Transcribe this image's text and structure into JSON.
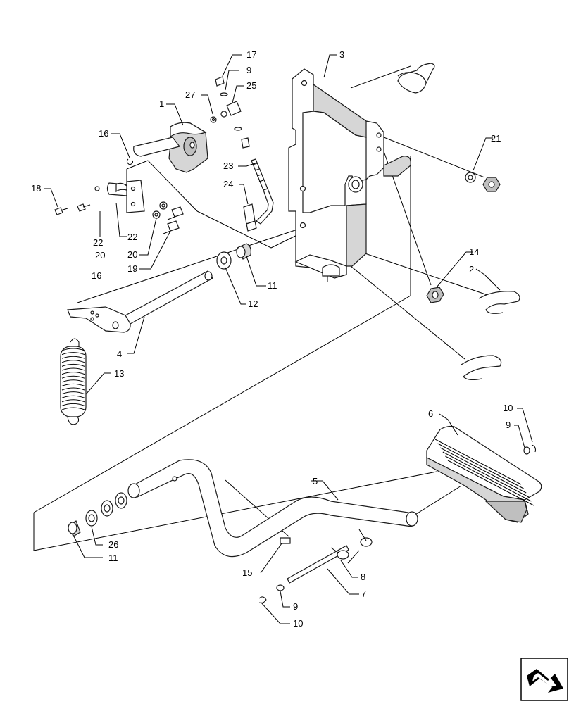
{
  "callouts": {
    "c1": "1",
    "c2": "2",
    "c3": "3",
    "c4": "4",
    "c5": "5",
    "c6": "6",
    "c7": "7",
    "c8": "8",
    "c9a": "9",
    "c9b": "9",
    "c9c": "9",
    "c10a": "10",
    "c10b": "10",
    "c11a": "11",
    "c11b": "11",
    "c12": "12",
    "c13": "13",
    "c14": "14",
    "c15": "15",
    "c16a": "16",
    "c16b": "16",
    "c17": "17",
    "c18": "18",
    "c19": "19",
    "c20a": "20",
    "c20b": "20",
    "c21": "21",
    "c22a": "22",
    "c22b": "22",
    "c23": "23",
    "c24": "24",
    "c25": "25",
    "c26": "26",
    "c27": "27"
  },
  "navigation": {
    "icon": "next-page-arrow-icon"
  }
}
